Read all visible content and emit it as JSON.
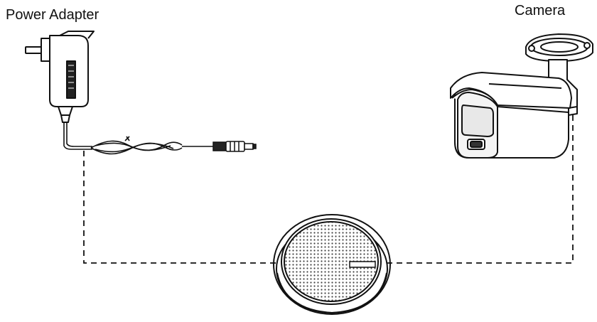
{
  "labels": {
    "power_adapter": "Power Adapter",
    "camera": "Camera"
  },
  "components": {
    "adapter_icon": "power-adapter-icon",
    "camera_icon": "bullet-camera-icon",
    "speaker_icon": "round-speaker-icon"
  },
  "connections": {
    "style": "dashed",
    "color": "#111111"
  }
}
